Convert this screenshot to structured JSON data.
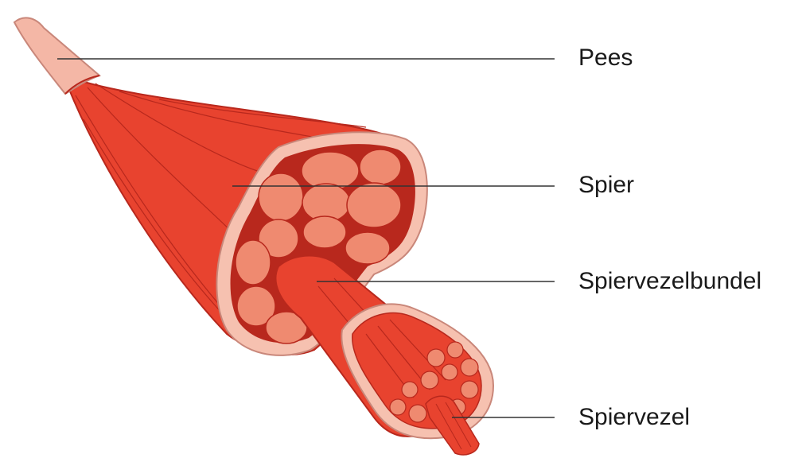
{
  "labels": {
    "tendon": "Pees",
    "muscle": "Spier",
    "fiber_bundle": "Spiervezelbundel",
    "fiber": "Spiervezel"
  },
  "colors": {
    "muscle_red": "#e8432f",
    "muscle_dark": "#b8281d",
    "muscle_light": "#ef8a70",
    "sheath": "#f6c1b0",
    "tendon": "#f4b7a6",
    "leader_line": "#333333"
  }
}
